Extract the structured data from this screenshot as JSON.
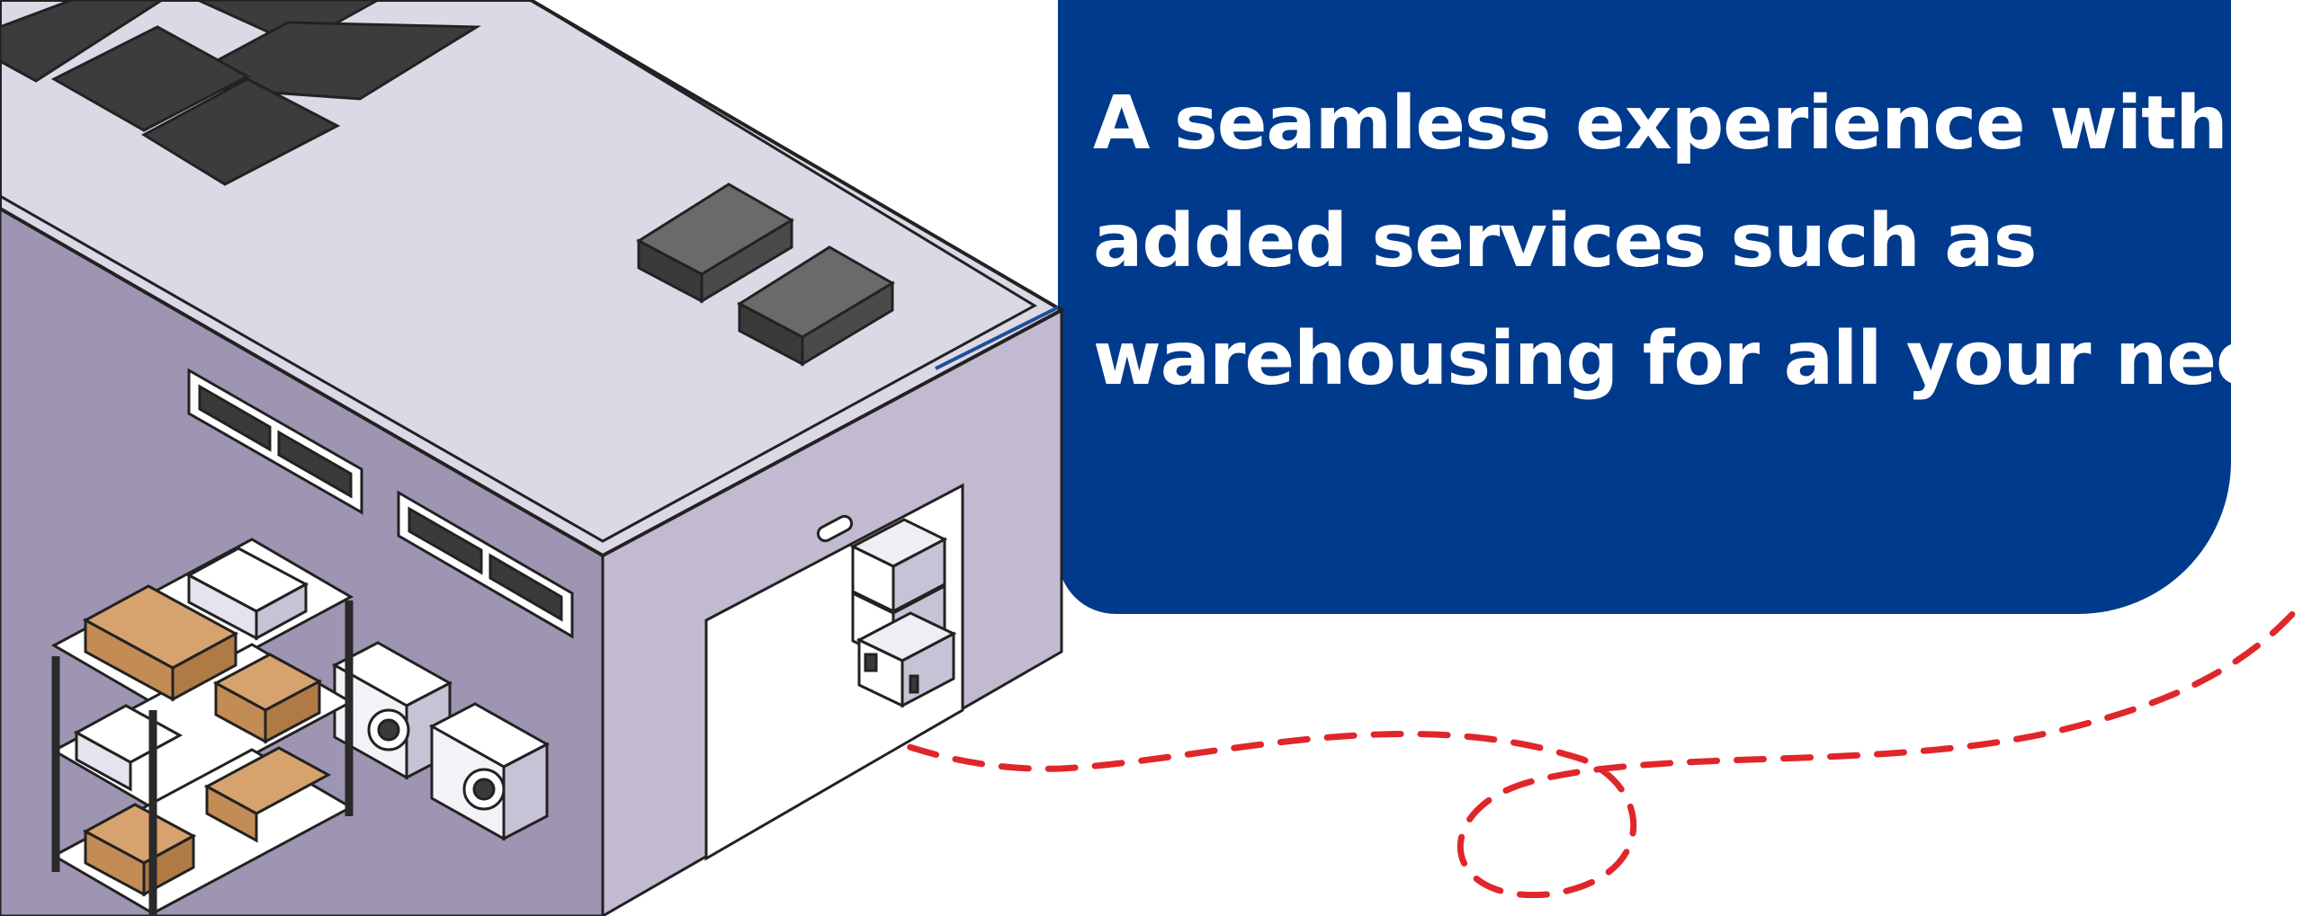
{
  "headline": {
    "lines": [
      "A seamless experience with",
      "added services such as",
      "warehousing for all your needs."
    ]
  },
  "colors": {
    "panel": "#003a8c",
    "route": "#e0262b",
    "roof": "#ddd8e6",
    "wall_left": "#9d95b1",
    "wall_right": "#c1bad0",
    "dark": "#555555",
    "box": "#d6a36e"
  }
}
